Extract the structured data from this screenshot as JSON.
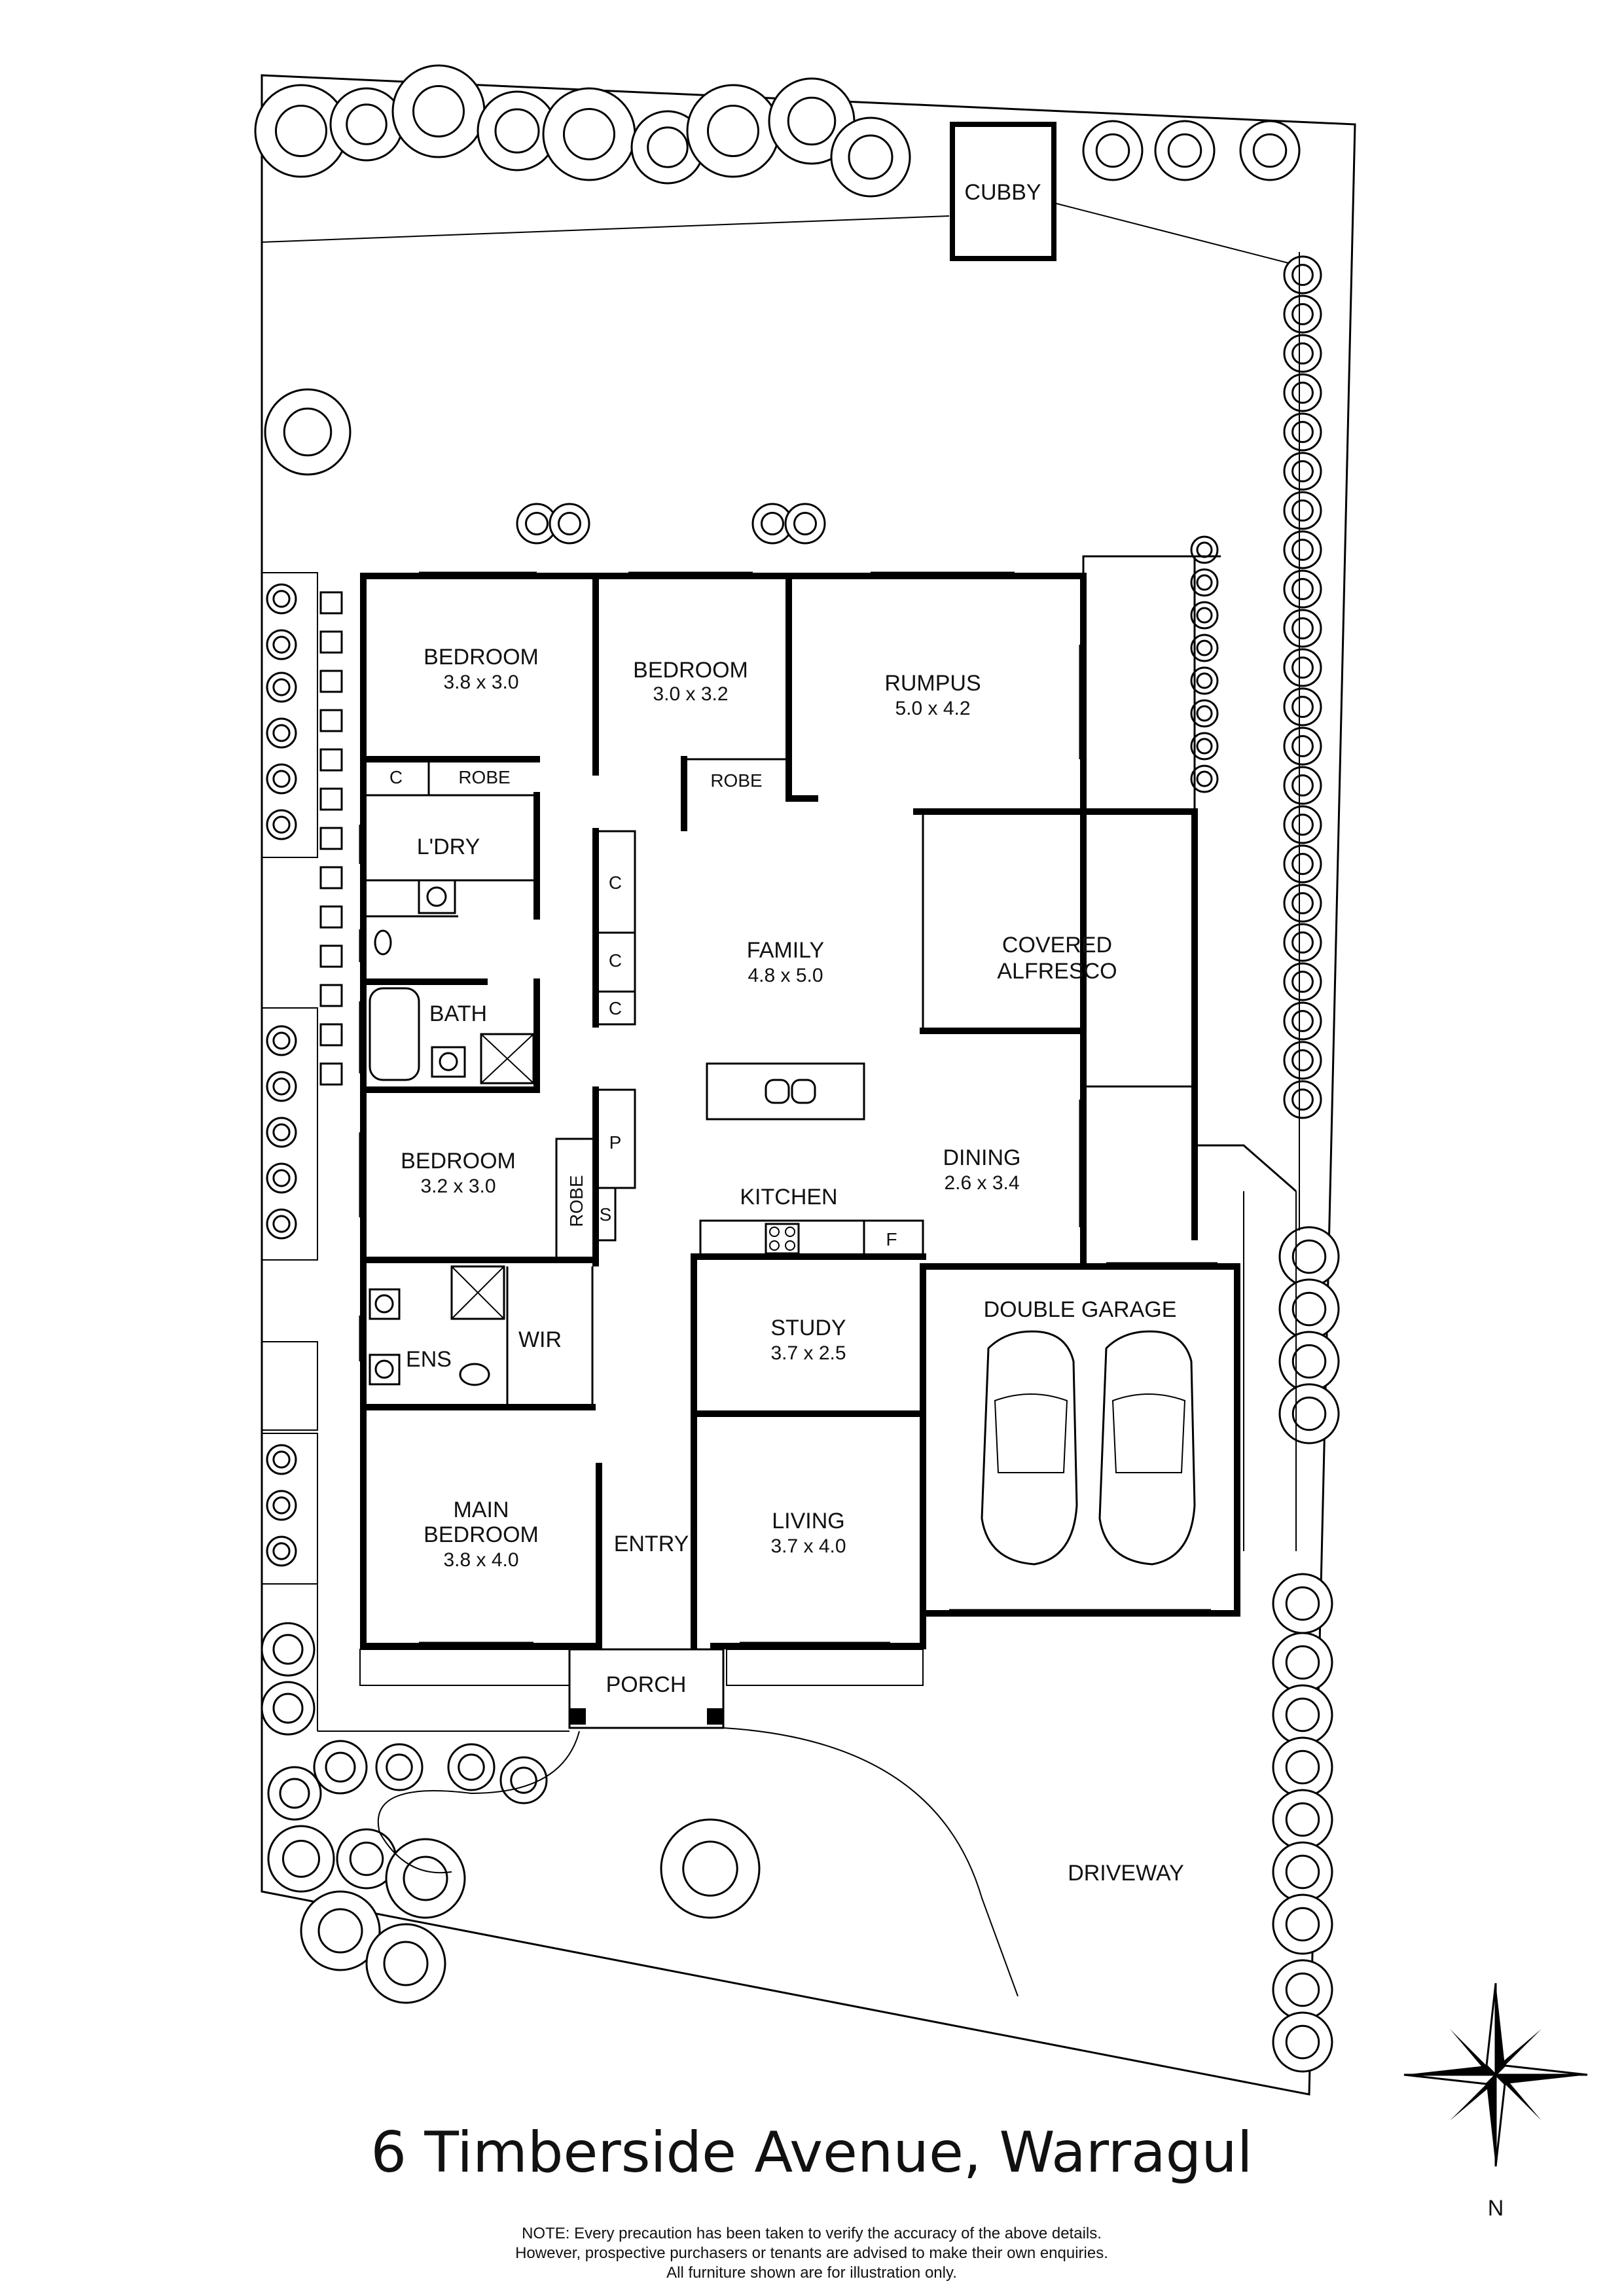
{
  "title": "6 Timberside Avenue, Warragul",
  "note": [
    "NOTE: Every precaution has been taken to verify the accuracy of the above details.",
    "However, prospective purchasers or tenants are advised to make their own enquiries.",
    "All furniture shown are for illustration only."
  ],
  "compass": {
    "label": "N",
    "icon": "compass-rose-icon"
  },
  "rooms": {
    "cubby": {
      "name": "CUBBY"
    },
    "bedroom1": {
      "name": "BEDROOM",
      "dims": "3.8 x 3.0"
    },
    "bedroom2": {
      "name": "BEDROOM",
      "dims": "3.0 x 3.2"
    },
    "rumpus": {
      "name": "RUMPUS",
      "dims": "5.0 x 4.2"
    },
    "robe1": {
      "name": "ROBE"
    },
    "robe2": {
      "name": "ROBE"
    },
    "c1": {
      "name": "C"
    },
    "ldry": {
      "name": "L'DRY"
    },
    "family": {
      "name": "FAMILY",
      "dims": "4.8 x 5.0"
    },
    "covered_alfresco": {
      "name1": "COVERED",
      "name2": "ALFRESCO"
    },
    "c2": {
      "name": "C"
    },
    "c3": {
      "name": "C"
    },
    "c4": {
      "name": "C"
    },
    "bath": {
      "name": "BATH"
    },
    "bedroom3": {
      "name": "BEDROOM",
      "dims": "3.2 x 3.0"
    },
    "robe3": {
      "name": "ROBE"
    },
    "p": {
      "name": "P"
    },
    "s": {
      "name": "S"
    },
    "kitchen": {
      "name": "KITCHEN"
    },
    "dining": {
      "name": "DINING",
      "dims": "2.6 x 3.4"
    },
    "f": {
      "name": "F"
    },
    "double_garage": {
      "name": "DOUBLE GARAGE"
    },
    "study": {
      "name": "STUDY",
      "dims": "3.7 x 2.5"
    },
    "ens": {
      "name": "ENS"
    },
    "wir": {
      "name": "WIR"
    },
    "main_bedroom": {
      "name1": "MAIN",
      "name2": "BEDROOM",
      "dims": "3.8 x 4.0"
    },
    "entry": {
      "name": "ENTRY"
    },
    "living": {
      "name": "LIVING",
      "dims": "3.7 x 4.0"
    },
    "porch": {
      "name": "PORCH"
    },
    "driveway": {
      "name": "DRIVEWAY"
    }
  }
}
